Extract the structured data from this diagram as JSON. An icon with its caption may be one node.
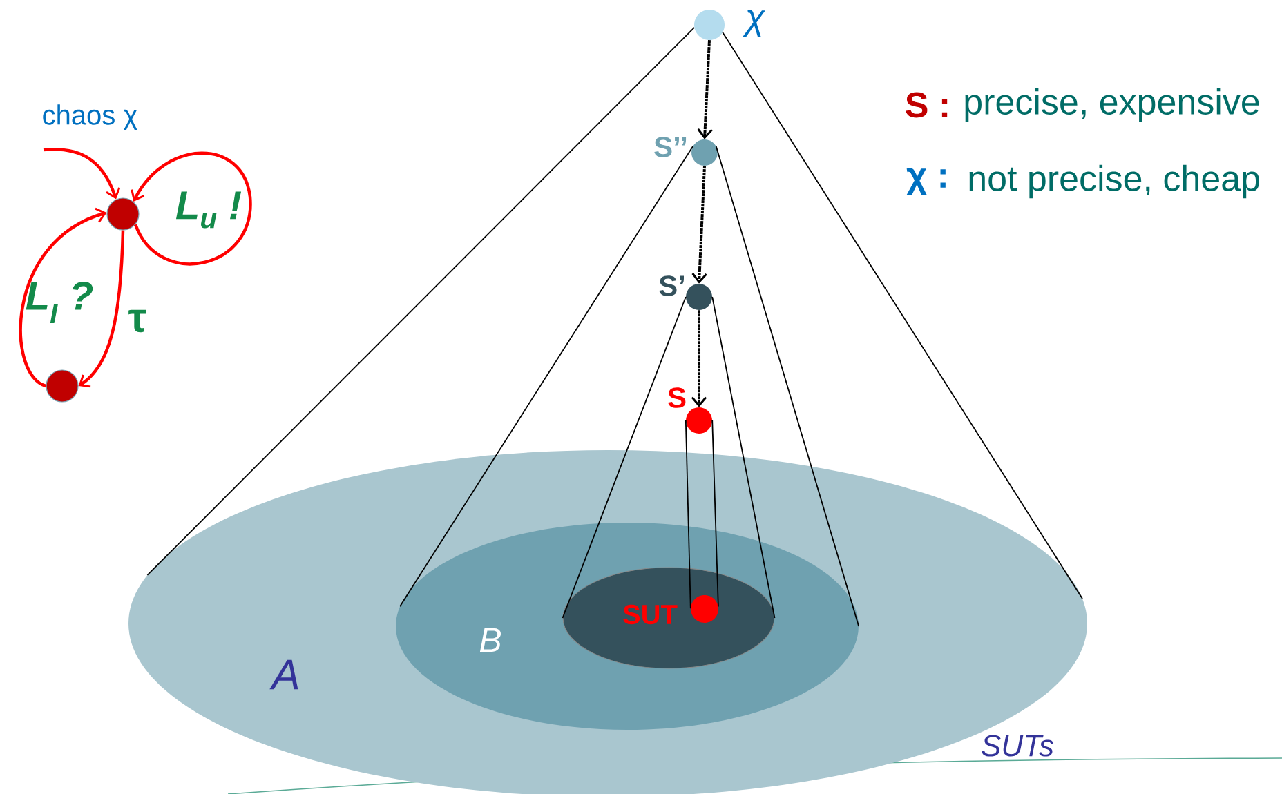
{
  "diagram": {
    "nodes": [
      {
        "text": [],
        "shape": "circle",
        "beside": [
          "χ"
        ]
      },
      {
        "text": [],
        "shape": "circle",
        "beside": [
          "S’’"
        ]
      },
      {
        "text": [],
        "shape": "circle",
        "beside": [
          "S’"
        ]
      },
      {
        "text": [],
        "shape": "circle",
        "beside": [
          "S"
        ]
      },
      {
        "text": [
          "A"
        ]
      },
      {
        "text": [
          "B"
        ],
        "in": 4
      },
      {
        "text": [],
        "shape": "ellipse",
        "in": 5
      },
      {
        "text": [],
        "shape": "circle",
        "in": 6,
        "beside": [
          "SUT"
        ]
      },
      {
        "text": [],
        "shape": "circle"
      },
      {
        "text": [],
        "shape": "circle"
      }
    ],
    "edges": [
      {
        "from": 0,
        "to": 1,
        "arrow": "to",
        "style": "dashed"
      },
      {
        "from": 1,
        "to": 2,
        "arrow": "to",
        "style": "dashed"
      },
      {
        "from": 2,
        "to": 3,
        "arrow": "to",
        "style": "dashed"
      },
      {
        "from": 0,
        "to": 4,
        "arrow": "none"
      },
      {
        "from": 0,
        "to": 4,
        "arrow": "none"
      },
      {
        "from": 1,
        "to": 5,
        "arrow": "none"
      },
      {
        "from": 1,
        "to": 5,
        "arrow": "none"
      },
      {
        "from": 2,
        "to": 6,
        "arrow": "none"
      },
      {
        "from": 2,
        "to": 6,
        "arrow": "none"
      },
      {
        "from": 3,
        "to": 7,
        "arrow": "none"
      },
      {
        "from": 3,
        "to": 7,
        "arrow": "none"
      },
      {
        "from": null,
        "to": 8,
        "arrow": "to",
        "label": "chaos χ",
        "color": "#ff0000"
      },
      {
        "from": 8,
        "to": 8,
        "arrow": "to",
        "label": "L$_{u}$ !",
        "color": "#ff0000"
      },
      {
        "from": 9,
        "to": 8,
        "arrow": "to",
        "label": "L$_{I}$ ?",
        "color": "#ff0000"
      },
      {
        "from": 8,
        "to": 9,
        "arrow": "to",
        "label": "τ",
        "color": "#ff0000"
      }
    ],
    "labels": [
      "S :",
      "precise, expensive",
      "χ :",
      "not precise, cheap",
      "SUTs"
    ]
  }
}
